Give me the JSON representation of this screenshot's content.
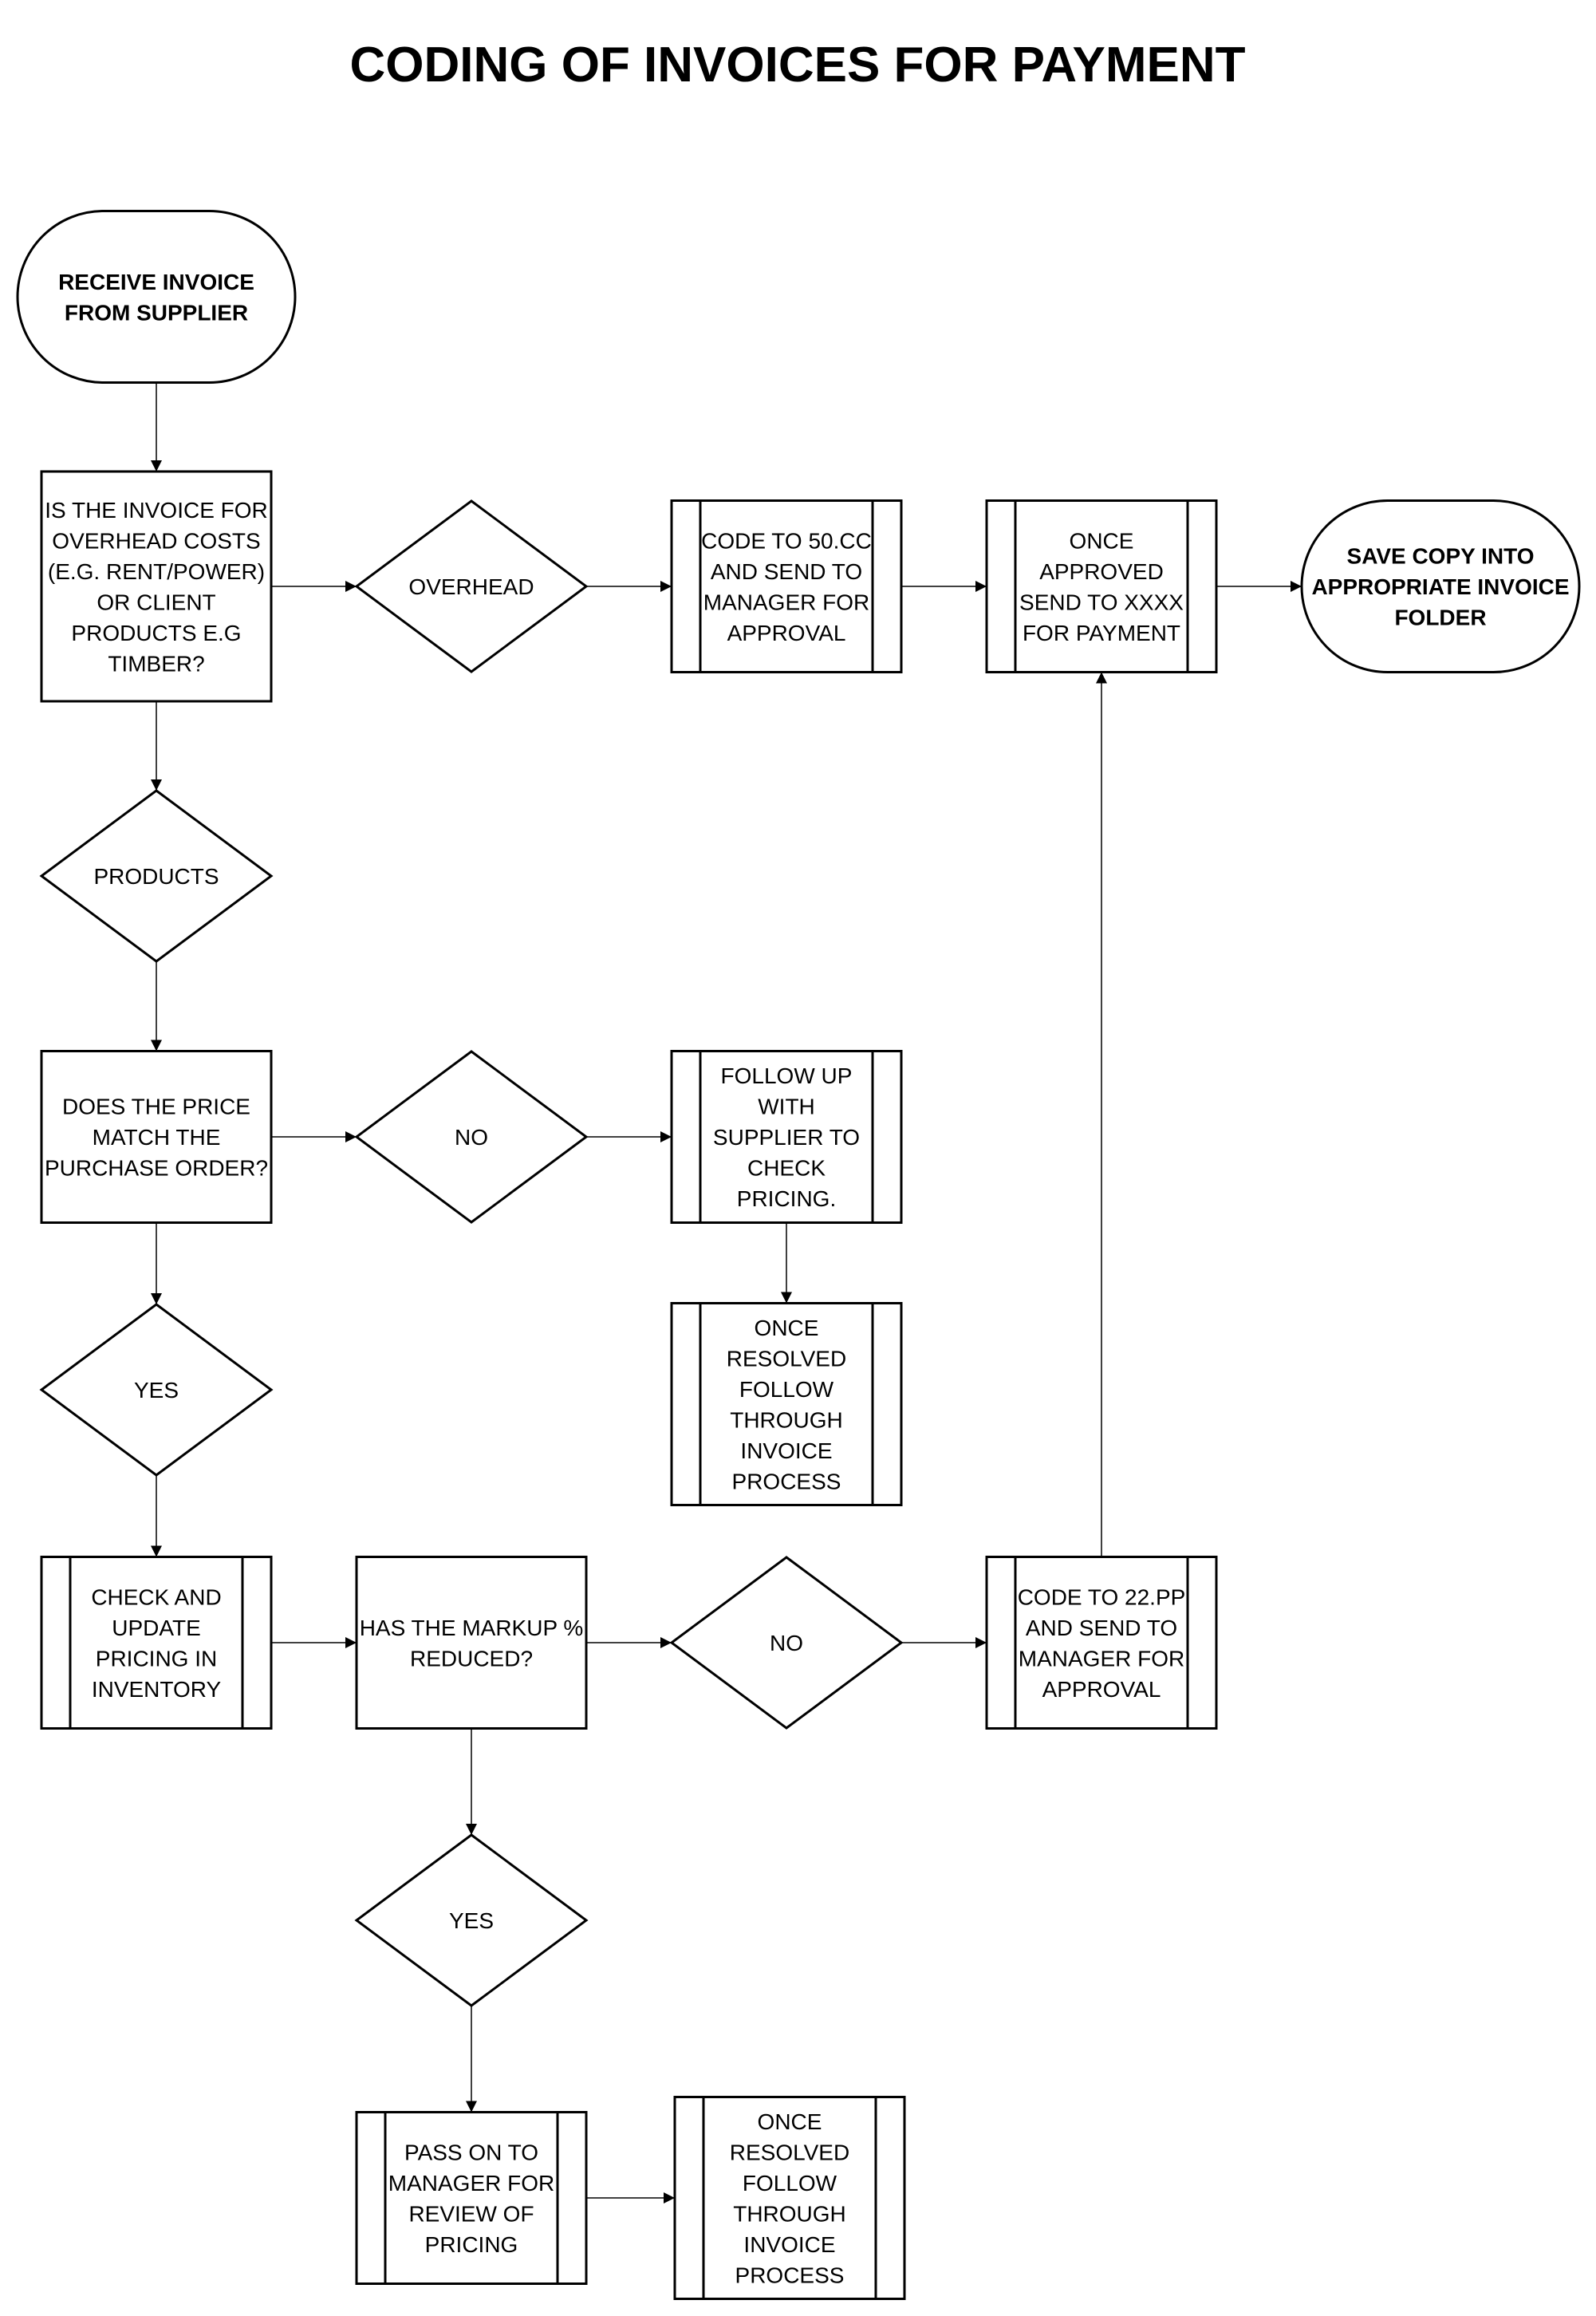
{
  "title": "CODING OF INVOICES FOR PAYMENT",
  "nodes": {
    "receive": {
      "shape": "terminator",
      "bold": true,
      "lines": [
        "RECEIVE INVOICE",
        "FROM SUPPLIER"
      ]
    },
    "q_overhead": {
      "shape": "process",
      "lines": [
        "IS THE INVOICE FOR",
        "OVERHEAD COSTS",
        "(E.G. RENT/POWER)",
        "OR CLIENT",
        "PRODUCTS E.G",
        "TIMBER?"
      ]
    },
    "d_overhead": {
      "shape": "decision",
      "lines": [
        "OVERHEAD"
      ]
    },
    "code_50": {
      "shape": "subprocess",
      "lines": [
        "CODE TO 50.CC",
        "AND SEND TO",
        "MANAGER FOR",
        "APPROVAL"
      ]
    },
    "once_approved": {
      "shape": "subprocess",
      "lines": [
        "ONCE",
        "APPROVED",
        "SEND TO XXXX",
        "FOR PAYMENT"
      ]
    },
    "save_copy": {
      "shape": "terminator",
      "bold": true,
      "lines": [
        "SAVE COPY INTO",
        "APPROPRIATE INVOICE",
        "FOLDER"
      ]
    },
    "d_products": {
      "shape": "decision",
      "lines": [
        "PRODUCTS"
      ]
    },
    "q_price": {
      "shape": "process",
      "lines": [
        "DOES THE PRICE",
        "MATCH THE",
        "PURCHASE ORDER?"
      ]
    },
    "d_no_price": {
      "shape": "decision",
      "lines": [
        "NO"
      ]
    },
    "follow_up": {
      "shape": "subprocess",
      "lines": [
        "FOLLOW UP",
        "WITH",
        "SUPPLIER TO",
        "CHECK",
        "PRICING."
      ]
    },
    "resolved_1": {
      "shape": "subprocess",
      "lines": [
        "ONCE",
        "RESOLVED",
        "FOLLOW",
        "THROUGH",
        "INVOICE",
        "PROCESS"
      ]
    },
    "d_yes_price": {
      "shape": "decision",
      "lines": [
        "YES"
      ]
    },
    "check_update": {
      "shape": "subprocess",
      "lines": [
        "CHECK AND",
        "UPDATE",
        "PRICING IN",
        "INVENTORY"
      ]
    },
    "q_markup": {
      "shape": "process",
      "lines": [
        "HAS THE MARKUP %",
        "REDUCED?"
      ]
    },
    "d_no_markup": {
      "shape": "decision",
      "lines": [
        "NO"
      ]
    },
    "code_22": {
      "shape": "subprocess",
      "lines": [
        "CODE TO 22.PP",
        "AND SEND TO",
        "MANAGER FOR",
        "APPROVAL"
      ]
    },
    "d_yes_markup": {
      "shape": "decision",
      "lines": [
        "YES"
      ]
    },
    "pass_on": {
      "shape": "subprocess",
      "lines": [
        "PASS ON TO",
        "MANAGER FOR",
        "REVIEW OF",
        "PRICING"
      ]
    },
    "resolved_2": {
      "shape": "subprocess",
      "lines": [
        "ONCE",
        "RESOLVED",
        "FOLLOW",
        "THROUGH",
        "INVOICE",
        "PROCESS"
      ]
    }
  },
  "edges": [
    [
      "receive",
      "q_overhead"
    ],
    [
      "q_overhead",
      "d_overhead"
    ],
    [
      "d_overhead",
      "code_50"
    ],
    [
      "code_50",
      "once_approved"
    ],
    [
      "once_approved",
      "save_copy"
    ],
    [
      "q_overhead",
      "d_products"
    ],
    [
      "d_products",
      "q_price"
    ],
    [
      "q_price",
      "d_no_price"
    ],
    [
      "d_no_price",
      "follow_up"
    ],
    [
      "follow_up",
      "resolved_1"
    ],
    [
      "q_price",
      "d_yes_price"
    ],
    [
      "d_yes_price",
      "check_update"
    ],
    [
      "check_update",
      "q_markup"
    ],
    [
      "q_markup",
      "d_no_markup"
    ],
    [
      "d_no_markup",
      "code_22"
    ],
    [
      "code_22",
      "once_approved"
    ],
    [
      "q_markup",
      "d_yes_markup"
    ],
    [
      "d_yes_markup",
      "pass_on"
    ],
    [
      "pass_on",
      "resolved_2"
    ]
  ]
}
